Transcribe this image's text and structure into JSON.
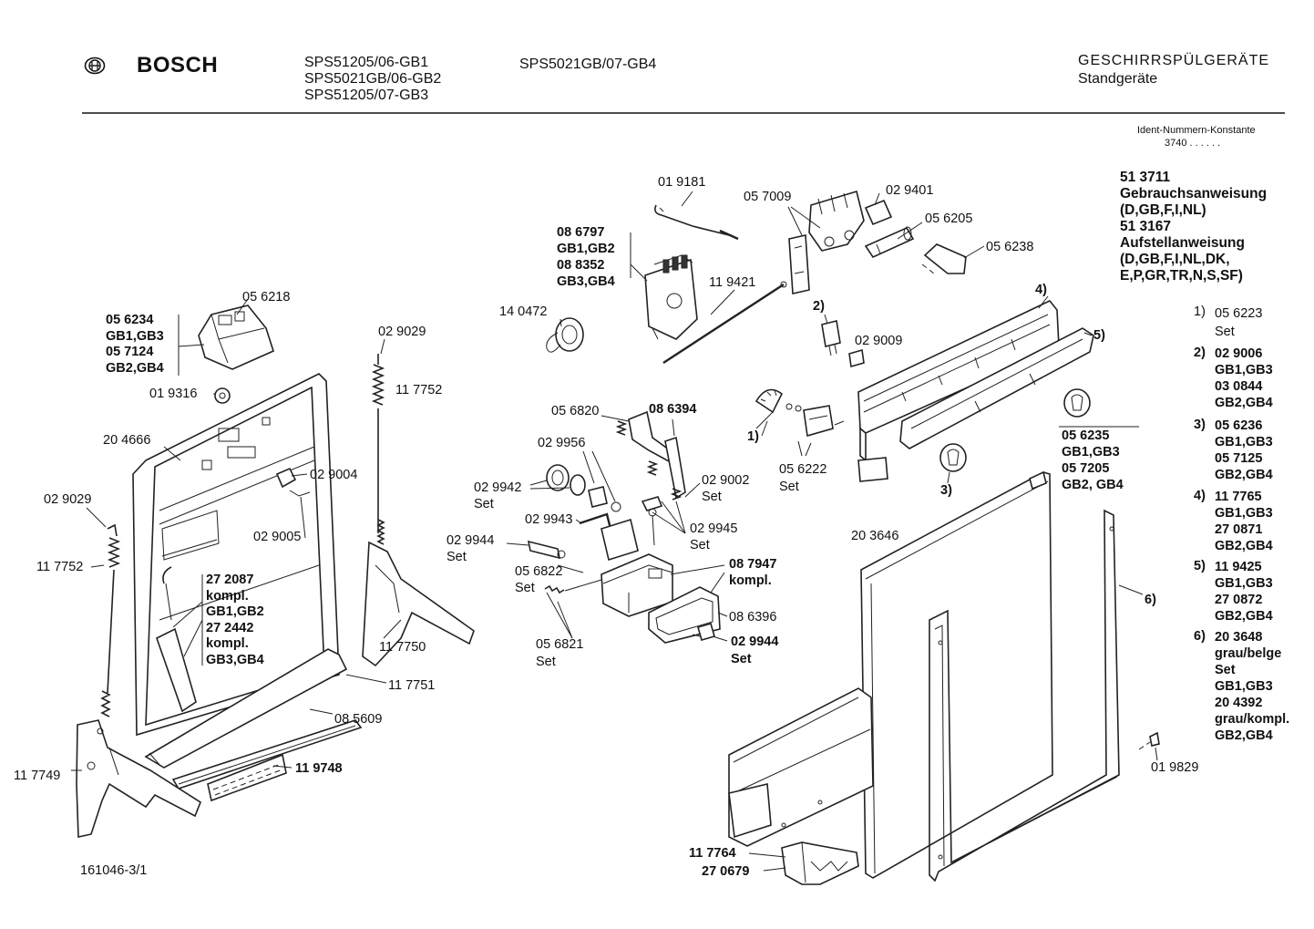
{
  "header": {
    "brand": "BOSCH",
    "models_col1": [
      "SPS51205/06-GB1",
      "SPS5021GB/06-GB2",
      "SPS51205/07-GB3"
    ],
    "model_col2": "SPS5021GB/07-GB4",
    "category": "GESCHIRRSPÜLGERÄTE",
    "subcategory": "Standgeräte",
    "ident_label": "Ident-Nummern-Konstante",
    "ident_value": "3740  . .   . . . ."
  },
  "legend": {
    "docs": [
      "51 3711",
      "Gebrauchsanweisung",
      "(D,GB,F,I,NL)",
      "51 3167",
      "Aufstellanweisung",
      "(D,GB,F,I,NL,DK,",
      "E,P,GR,TR,N,S,SF)"
    ],
    "notes": [
      {
        "num": "1)",
        "lines": [
          "05 6223",
          "Set"
        ]
      },
      {
        "num": "2)",
        "lines": [
          "02 9006",
          "GB1,GB3",
          "03 0844",
          "GB2,GB4"
        ]
      },
      {
        "num": "3)",
        "lines": [
          "05 6236",
          "GB1,GB3",
          "05 7125",
          "GB2,GB4"
        ]
      },
      {
        "num": "4)",
        "lines": [
          "11 7765",
          "GB1,GB3",
          "27 0871",
          "GB2,GB4"
        ]
      },
      {
        "num": "5)",
        "lines": [
          "11 9425",
          "GB1,GB3",
          "27 0872",
          "GB2,GB4"
        ]
      },
      {
        "num": "6)",
        "lines": [
          "20 3648",
          "grau/belge",
          "Set",
          "GB1,GB3",
          "20 4392",
          "grau/kompl.",
          "GB2,GB4"
        ]
      }
    ]
  },
  "labels": {
    "l019181": "01 9181",
    "l057009": "05 7009",
    "l029401": "02 9401",
    "l056205": "05 6205",
    "l056238": "05 6238",
    "l086797": [
      "08 6797",
      "GB1,GB2",
      "08 8352",
      "GB3,GB4"
    ],
    "l119421": "11 9421",
    "l140472": "14 0472",
    "l056218": "05 6218",
    "l056234": [
      "05 6234",
      "GB1,GB3",
      "05 7124",
      "GB2,GB4"
    ],
    "l019316": "01 9316",
    "l029029a": "02 9029",
    "l117752a": "11 7752",
    "l204666": "20 4666",
    "l029004": "02 9004",
    "l029005": "02 9005",
    "l029029b": "02 9029",
    "l117752b": "11 7752",
    "l272087": [
      "27 2087",
      "kompl.",
      "GB1,GB2",
      "27 2442",
      "kompl.",
      "GB3,GB4"
    ],
    "l117750": "11 7750",
    "l117751": "11 7751",
    "l085609": "08 5609",
    "l119748": "11 9748",
    "l117749": "11 7749",
    "drawing_no": "161046-3/1",
    "n2": "2)",
    "l029009": "02 9009",
    "n4": "4)",
    "n5": "5)",
    "l056820": "05 6820",
    "l086394": "08 6394",
    "l029956": "02 9956",
    "n1": "1)",
    "l056222": [
      "05 6222",
      "Set"
    ],
    "l029942": [
      "02 9942",
      "Set"
    ],
    "l029002": [
      "02 9002",
      "Set"
    ],
    "l029943": "02 9943",
    "l029945": [
      "02 9945",
      "Set"
    ],
    "l029944a": [
      "02 9944",
      "Set"
    ],
    "l056822": [
      "05 6822",
      "Set"
    ],
    "l087947": [
      "08 7947",
      "kompl."
    ],
    "l086396": "08 6396",
    "l056821": [
      "05 6821",
      "Set"
    ],
    "l029944b": [
      "02 9944",
      "Set"
    ],
    "l056235": [
      "05 6235",
      "GB1,GB3",
      "05 7205",
      "GB2, GB4"
    ],
    "n3": "3)",
    "l203646": "20 3646",
    "n6": "6)",
    "l019829": "01 9829",
    "l117764": "11 7764",
    "l270679": "27 0679"
  }
}
